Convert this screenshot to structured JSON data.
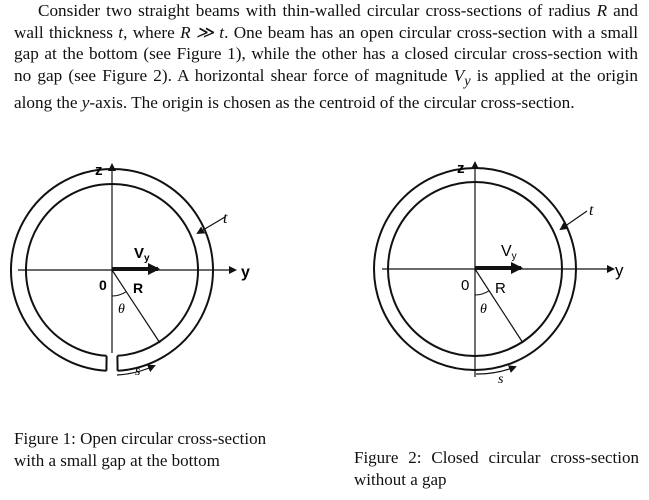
{
  "paragraph": {
    "s1": "Consider two straight beams with thin-walled circular cross-sections of radius ",
    "R1": "R",
    "s2": " and wall thickness ",
    "t1": "t",
    "s3": ", where ",
    "cond": "R ≫ t",
    "s4": ". One beam has an open circular cross-section with a small gap at the bottom (see Figure 1), while the other has a closed circular cross-section with no gap (see Figure 2). A horizontal shear force of magnitude ",
    "V": "V",
    "Vsub": "y",
    "s5": " is applied at the origin along the ",
    "yaxis": "y",
    "s6": "-axis. The origin is chosen as the centroid of the circular cross-section."
  },
  "figure1": {
    "z_label": "z",
    "y_label": "y",
    "origin_label": "0",
    "force_label": "V",
    "force_sub": "y",
    "radius_label": "R",
    "angle_label": "θ",
    "thickness_label": "t",
    "arc_label": "s",
    "caption": "Figure 1: Open circular cross-section with a small gap at the bottom"
  },
  "figure2": {
    "z_label": "z",
    "y_label": "y",
    "origin_label": "0",
    "force_label": "V",
    "force_sub": "y",
    "radius_label": "R",
    "angle_label": "θ",
    "thickness_label": "t",
    "arc_label": "s",
    "caption": "Figure 2: Closed circular cross-section without a gap"
  }
}
